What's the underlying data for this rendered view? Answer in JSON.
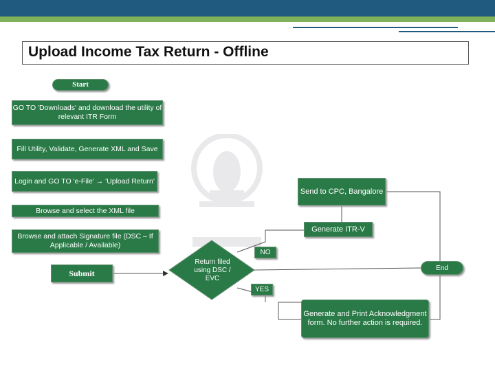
{
  "slide": {
    "title": "Upload Income Tax Return - Offline"
  },
  "flow": {
    "start": "Start",
    "step_downloads": "GO TO 'Downloads' and download the utility of relevant ITR Form",
    "step_fill": "Fill Utility, Validate, Generate XML and Save",
    "step_login": "Login and GO TO 'e-File' → 'Upload Return'",
    "step_browse_xml": "Browse and select the XML file",
    "step_signature": "Browse and attach Signature file (DSC – If Applicable / Available)",
    "step_submit": "Submit",
    "decision": "Return filed using DSC / EVC",
    "branch_no": "NO",
    "branch_yes": "YES",
    "step_itrv": "Generate ITR-V",
    "step_cpc": "Send to CPC, Bangalore",
    "step_ack": "Generate and Print Acknowledgment form. No further action is required.",
    "end": "End"
  },
  "colors": {
    "node_fill": "#2a7a47",
    "header_blue": "#215a7f",
    "header_green": "#7fb25a"
  }
}
